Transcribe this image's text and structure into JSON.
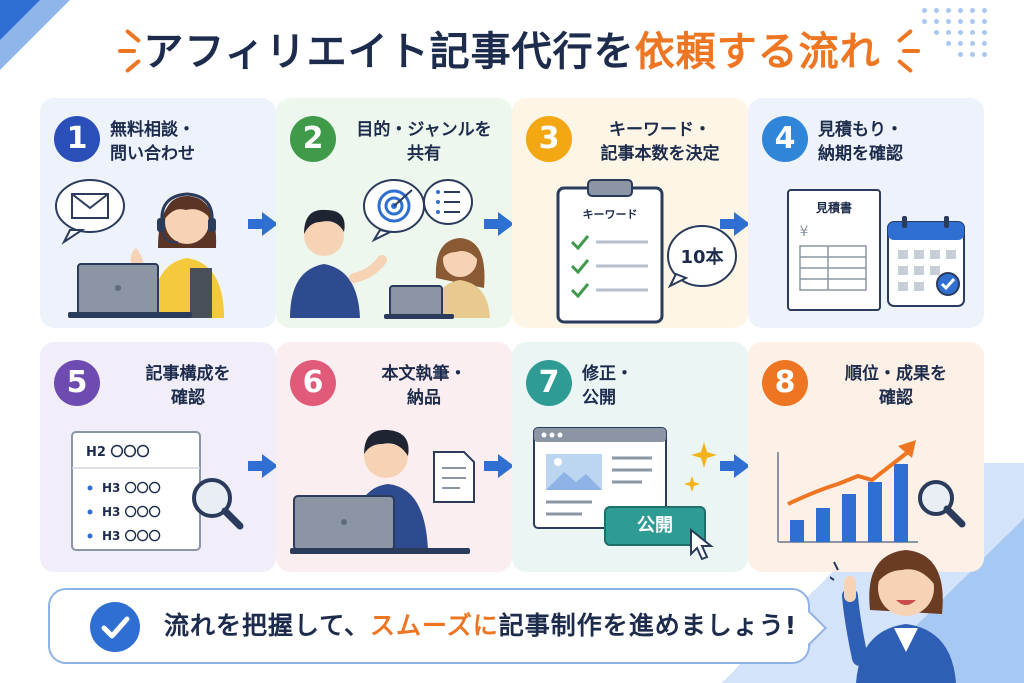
{
  "title": {
    "part1": "アフィリエイト記事代行を",
    "part2": "依頼する流れ"
  },
  "colors": {
    "navy": "#1d2c4c",
    "orange": "#ee7521",
    "blue": "#2f6fd1",
    "step1": "#2a4fb8",
    "step2": "#3f9a4a",
    "step3": "#f2a713",
    "step4": "#2f86d8",
    "step5": "#6d4bb0",
    "step6": "#e25a7a",
    "step7": "#2e9b94",
    "step8": "#ee7521"
  },
  "steps": [
    {
      "number": "1",
      "label": "無料相談・\n問い合わせ",
      "icons": [
        "mail-bubble-icon",
        "headset-person-icon",
        "laptop-icon"
      ]
    },
    {
      "number": "2",
      "label": "目的・ジャンルを\n共有",
      "icons": [
        "target-icon",
        "checklist-icon",
        "people-talking-icon"
      ]
    },
    {
      "number": "3",
      "label": "キーワード・\n記事本数を決定",
      "clipboard_title": "キーワード",
      "count_label": "10本",
      "icons": [
        "clipboard-icon",
        "check-icon"
      ]
    },
    {
      "number": "4",
      "label": "見積もり・\n納期を確認",
      "doc_title": "見積書",
      "currency": "¥",
      "icons": [
        "estimate-document-icon",
        "calendar-icon",
        "check-icon"
      ]
    },
    {
      "number": "5",
      "label": "記事構成を\n確認",
      "outline": {
        "h2": "H2 〇〇〇",
        "h3": [
          "H3 〇〇〇",
          "H3 〇〇〇",
          "H3 〇〇〇"
        ]
      },
      "icons": [
        "magnifier-icon"
      ]
    },
    {
      "number": "6",
      "label": "本文執筆・\n納品",
      "icons": [
        "writer-laptop-icon",
        "document-icon"
      ]
    },
    {
      "number": "7",
      "label": "修正・\n公開",
      "publish_button": "公開",
      "icons": [
        "browser-window-icon",
        "sparkle-icon",
        "cursor-icon"
      ]
    },
    {
      "number": "8",
      "label": "順位・成果を\n確認",
      "icons": [
        "growth-chart-icon",
        "magnifier-icon"
      ]
    }
  ],
  "footer": {
    "text_before": "流れを把握して、",
    "highlight": "スムーズに",
    "text_after": "記事制作を進めましょう!"
  }
}
